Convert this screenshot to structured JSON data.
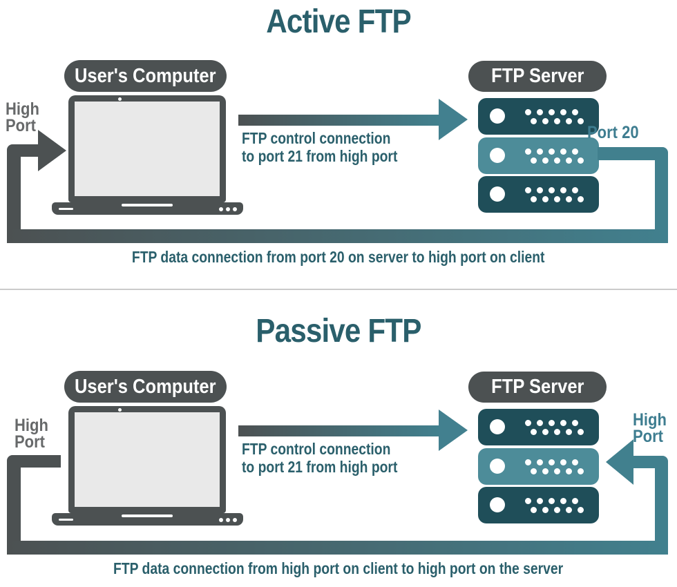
{
  "colors": {
    "dark_gray": "#4c5152",
    "teal_dark": "#2a5f6b",
    "teal_arrow": "#41808e",
    "teal_head": "#42808f",
    "server_dark": "#1f4e59",
    "server_light": "#4d8c99",
    "label_teal": "#3e7d90",
    "label_gray": "#67696a",
    "screen_gray": "#e9e9e9",
    "divider": "#cbcbcb"
  },
  "active": {
    "title": "Active FTP",
    "client_label": "User's Computer",
    "server_label": "FTP Server",
    "control_line1": "FTP control connection",
    "control_line2": "to port 21 from high port",
    "client_port_line1": "High",
    "client_port_line2": "Port",
    "server_port_label": "Port 20",
    "data_caption": "FTP data connection from port 20 on server to high port on client"
  },
  "passive": {
    "title": "Passive FTP",
    "client_label": "User's Computer",
    "server_label": "FTP Server",
    "control_line1": "FTP control connection",
    "control_line2": "to port 21 from high port",
    "client_port_line1": "High",
    "client_port_line2": "Port",
    "server_port_line1": "High",
    "server_port_line2": "Port",
    "data_caption": "FTP data connection from high port on client to high port on the server"
  }
}
